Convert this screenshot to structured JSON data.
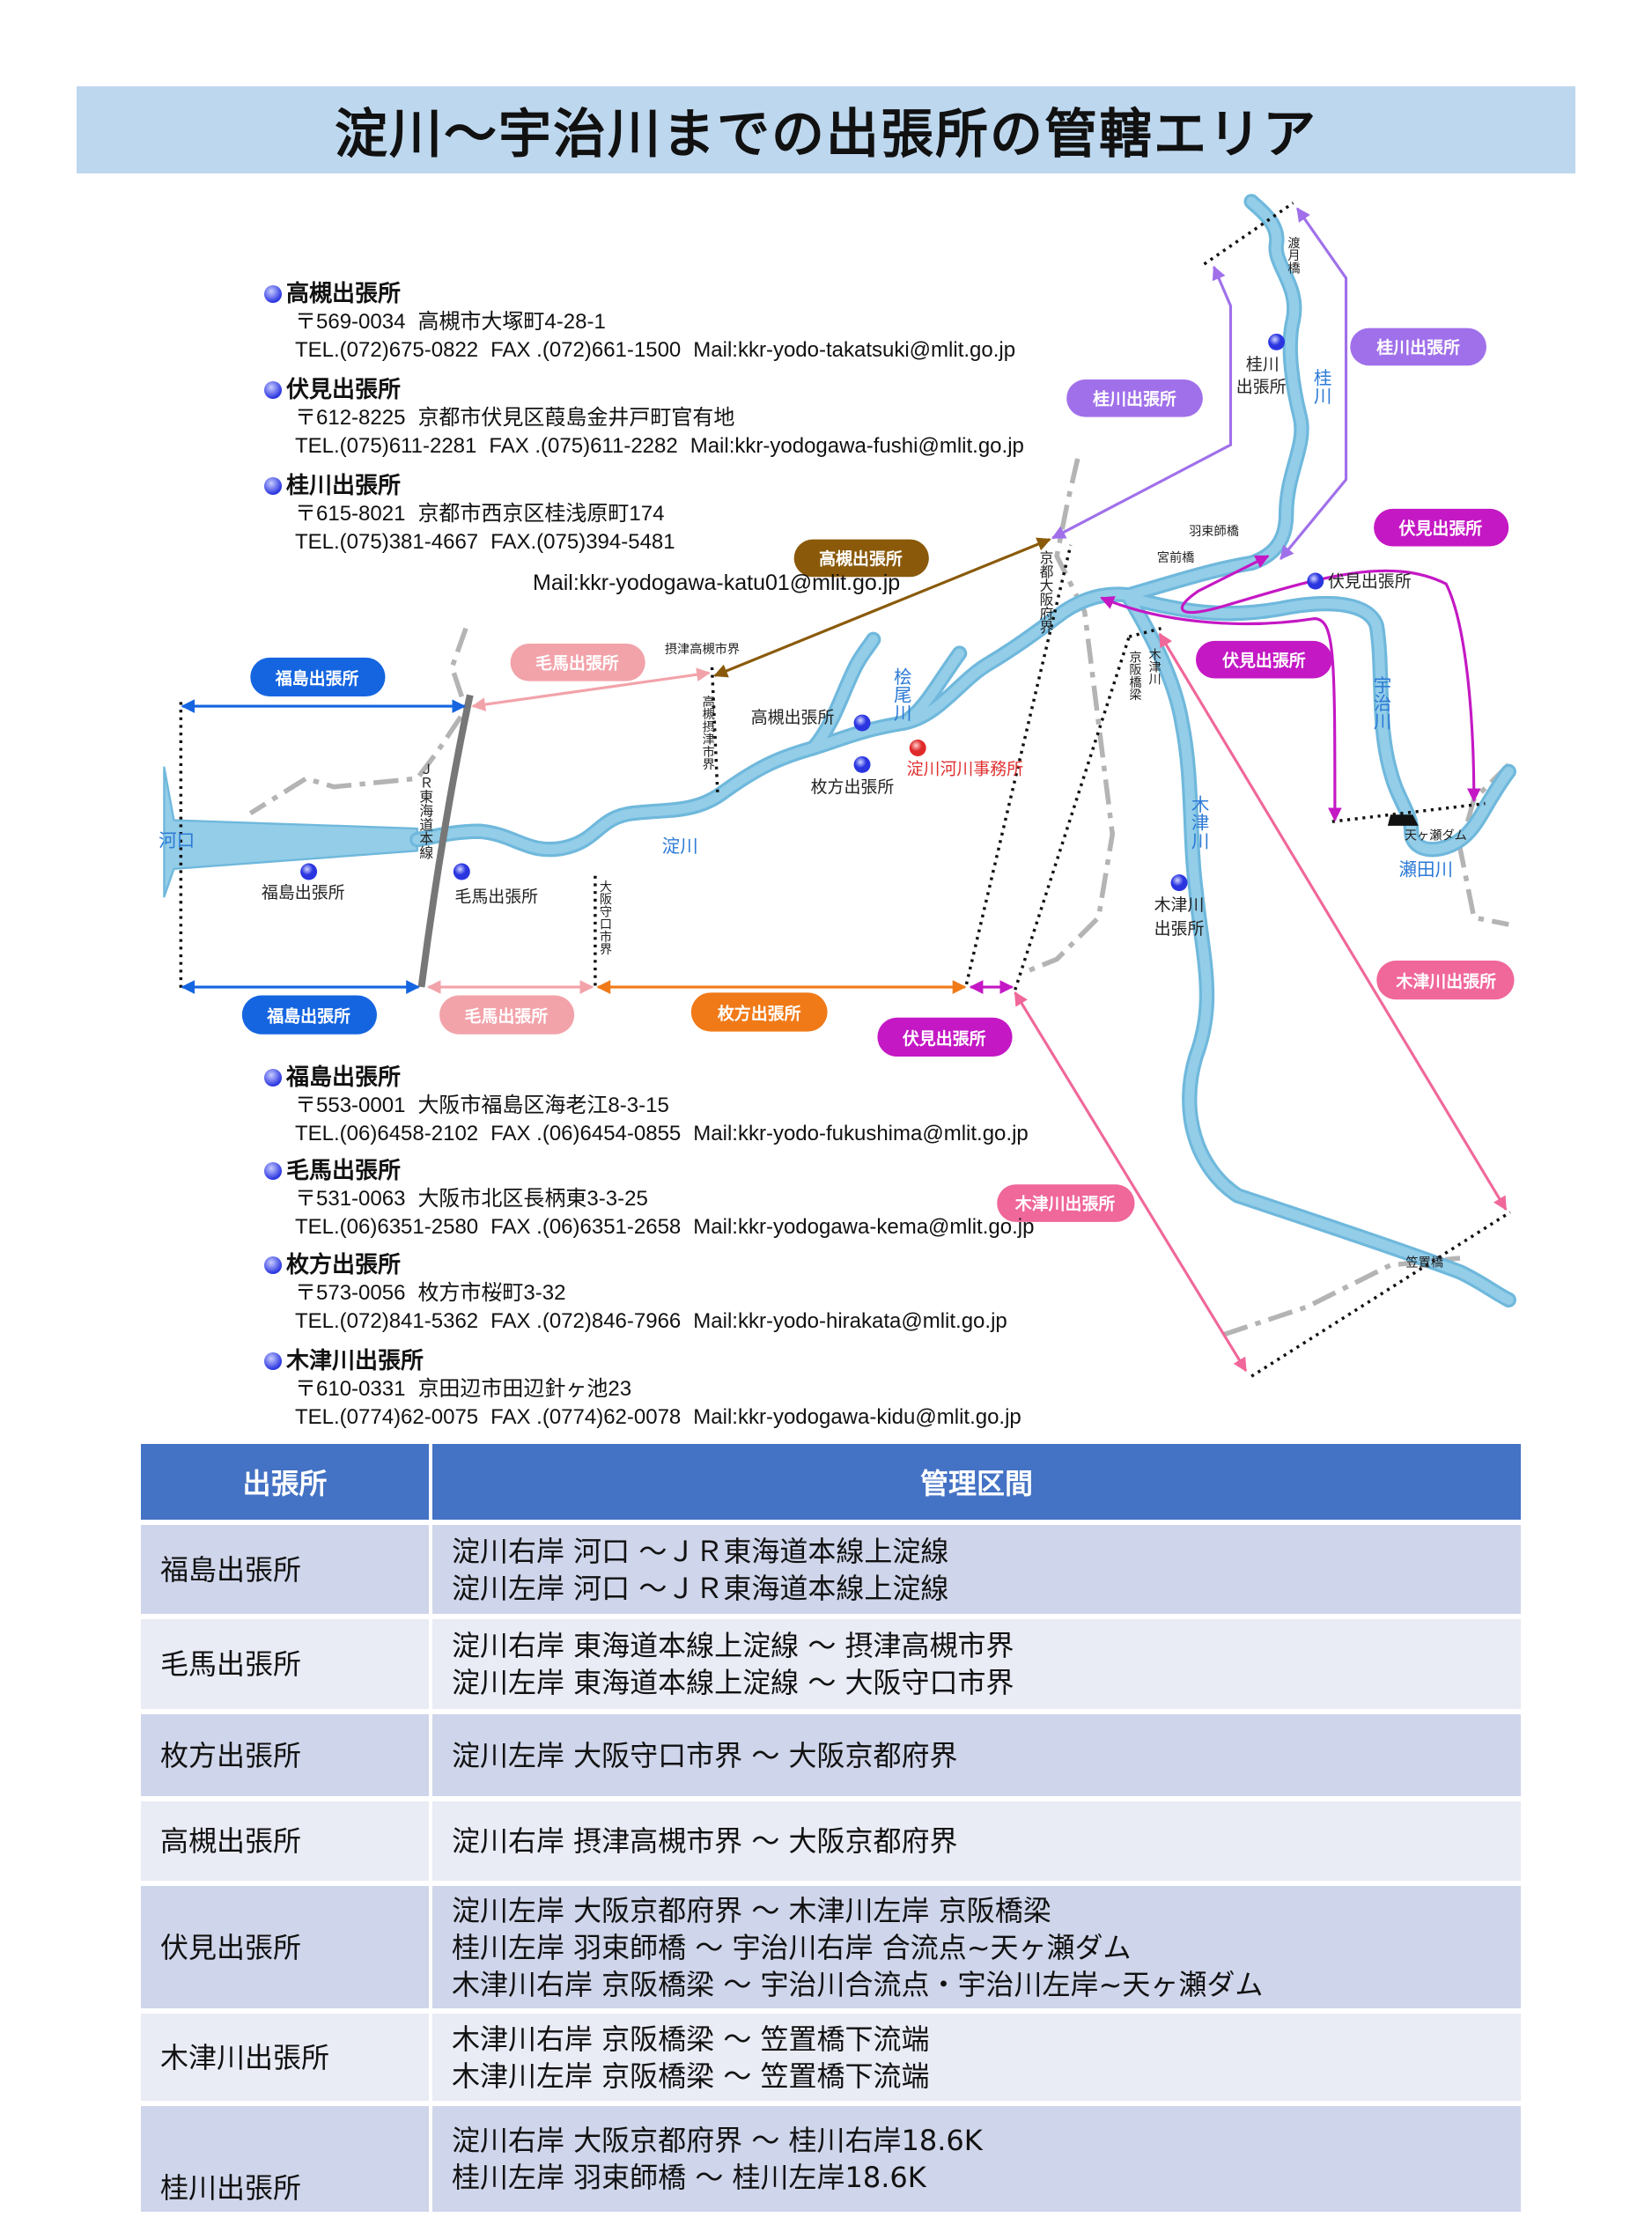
{
  "title": "淀川～宇治川までの出張所の管轄エリア",
  "offices_top": [
    {
      "name": "高槻出張所",
      "postal": "〒569-0034",
      "address": "高槻市大塚町4-28-1",
      "tel": "TEL.(072)675-0822",
      "fax": "FAX .(072)661-1500",
      "mail": "Mail:kkr-yodo-takatsuki@mlit.go.jp"
    },
    {
      "name": "伏見出張所",
      "postal": "〒612-8225",
      "address": "京都市伏見区葭島金井戸町官有地",
      "tel": "TEL.(075)611-2281",
      "fax": "FAX .(075)611-2282",
      "mail": "Mail:kkr-yodogawa-fushi@mlit.go.jp"
    },
    {
      "name": "桂川出張所",
      "postal": "〒615-8021",
      "address": "京都市西京区桂浅原町174",
      "tel": "TEL.(075)381-4667",
      "fax": "FAX.(075)394-5481",
      "mail": "Mail:kkr-yodogawa-katu01@mlit.go.jp"
    }
  ],
  "offices_bottom": [
    {
      "name": "福島出張所",
      "postal": "〒553-0001",
      "address": "大阪市福島区海老江8-3-15",
      "tel": "TEL.(06)6458-2102",
      "fax": "FAX .(06)6454-0855",
      "mail": "Mail:kkr-yodo-fukushima@mlit.go.jp"
    },
    {
      "name": "毛馬出張所",
      "postal": "〒531-0063",
      "address": "大阪市北区長柄東3-3-25",
      "tel": "TEL.(06)6351-2580",
      "fax": "FAX .(06)6351-2658",
      "mail": "Mail:kkr-yodogawa-kema@mlit.go.jp"
    },
    {
      "name": "枚方出張所",
      "postal": "〒573-0056",
      "address": "枚方市桜町3-32",
      "tel": "TEL.(072)841-5362",
      "fax": "FAX .(072)846-7966",
      "mail": "Mail:kkr-yodo-hirakata@mlit.go.jp"
    },
    {
      "name": "木津川出張所",
      "postal": "〒610-0331",
      "address": "京田辺市田辺針ヶ池23",
      "tel": "TEL.(0774)62-0075",
      "fax": "FAX .(0774)62-0078",
      "mail": "Mail:kkr-yodogawa-kidu@mlit.go.jp"
    }
  ],
  "map": {
    "pills": {
      "fukushima": "福島出張所",
      "kema": "毛馬出張所",
      "hirakata": "枚方出張所",
      "takatsuki": "高槻出張所",
      "fushimi": "伏見出張所",
      "kizugawa": "木津川出張所",
      "katsuragawa": "桂川出張所"
    },
    "places": {
      "kakou": "河口",
      "yodogawa": "淀川",
      "kaneogawa": "桧尾川",
      "kizugawa_river": "木津川",
      "ujigawa": "宇治川",
      "katsuragawa_river": "桂川",
      "setagawa": "瀬田川",
      "jr_line": "ＪＲ東海道本線",
      "settsu_takatsuki": "摂津高槻市界",
      "takatsuki_settsu": "高槻摂津市界",
      "osaka_moriguchi": "大阪守口市界",
      "kyoto_osaka": "京都大阪府界",
      "keihan_bridge": "京阪橋梁",
      "kizugawa_small": "木津川",
      "hazukashi": "羽束師橋",
      "miyamae": "宮前橋",
      "togetsu": "渡月橋",
      "kasagi": "笠置橋",
      "amagase": "天ヶ瀬ダム",
      "river_office": "淀川河川事務所",
      "office_takatsuki": "高槻出張所",
      "office_hirakata": "枚方出張所",
      "office_fukushima": "福島出張所",
      "office_kema": "毛馬出張所",
      "office_katsura_1": "桂川",
      "office_katsura_2": "出張所",
      "office_fushimi": "伏見出張所",
      "office_kizu_1": "木津川",
      "office_kizu_2": "出張所"
    },
    "colors": {
      "fukushima": "#1565e0",
      "kema": "#f2a3aa",
      "hirakata": "#f07a18",
      "takatsuki": "#8a5a0a",
      "fushimi": "#c418c4",
      "kizugawa": "#f0679a",
      "katsuragawa": "#a070ea",
      "river": "#93cde8"
    }
  },
  "table": {
    "headers": [
      "出張所",
      "管理区間"
    ],
    "rows": [
      {
        "office": "福島出張所",
        "lines": [
          "淀川右岸 河口 ～ＪＲ東海道本線上淀線",
          "淀川左岸 河口 ～ＪＲ東海道本線上淀線"
        ]
      },
      {
        "office": "毛馬出張所",
        "lines": [
          "淀川右岸 東海道本線上淀線 ～ 摂津高槻市界",
          "淀川左岸 東海道本線上淀線 ～ 大阪守口市界"
        ]
      },
      {
        "office": "枚方出張所",
        "lines": [
          "淀川左岸 大阪守口市界 ～ 大阪京都府界"
        ]
      },
      {
        "office": "高槻出張所",
        "lines": [
          "淀川右岸 摂津高槻市界 ～ 大阪京都府界"
        ]
      },
      {
        "office": "伏見出張所",
        "lines": [
          "淀川左岸 大阪京都府界 ～ 木津川左岸 京阪橋梁",
          "桂川左岸 羽束師橋 ～ 宇治川右岸 合流点~天ヶ瀬ダム",
          "木津川右岸 京阪橋梁 ～ 宇治川合流点・宇治川左岸~天ヶ瀬ダム"
        ]
      },
      {
        "office": "木津川出張所",
        "lines": [
          "木津川右岸 京阪橋梁 ～ 笠置橋下流端",
          "木津川左岸 京阪橋梁 ～ 笠置橋下流端"
        ]
      },
      {
        "office": "桂川出張所",
        "lines": [
          "淀川右岸 大阪京都府界 ～ 桂川右岸18.6K",
          "桂川左岸 羽束師橋 ～ 桂川左岸18.6K"
        ]
      }
    ]
  }
}
